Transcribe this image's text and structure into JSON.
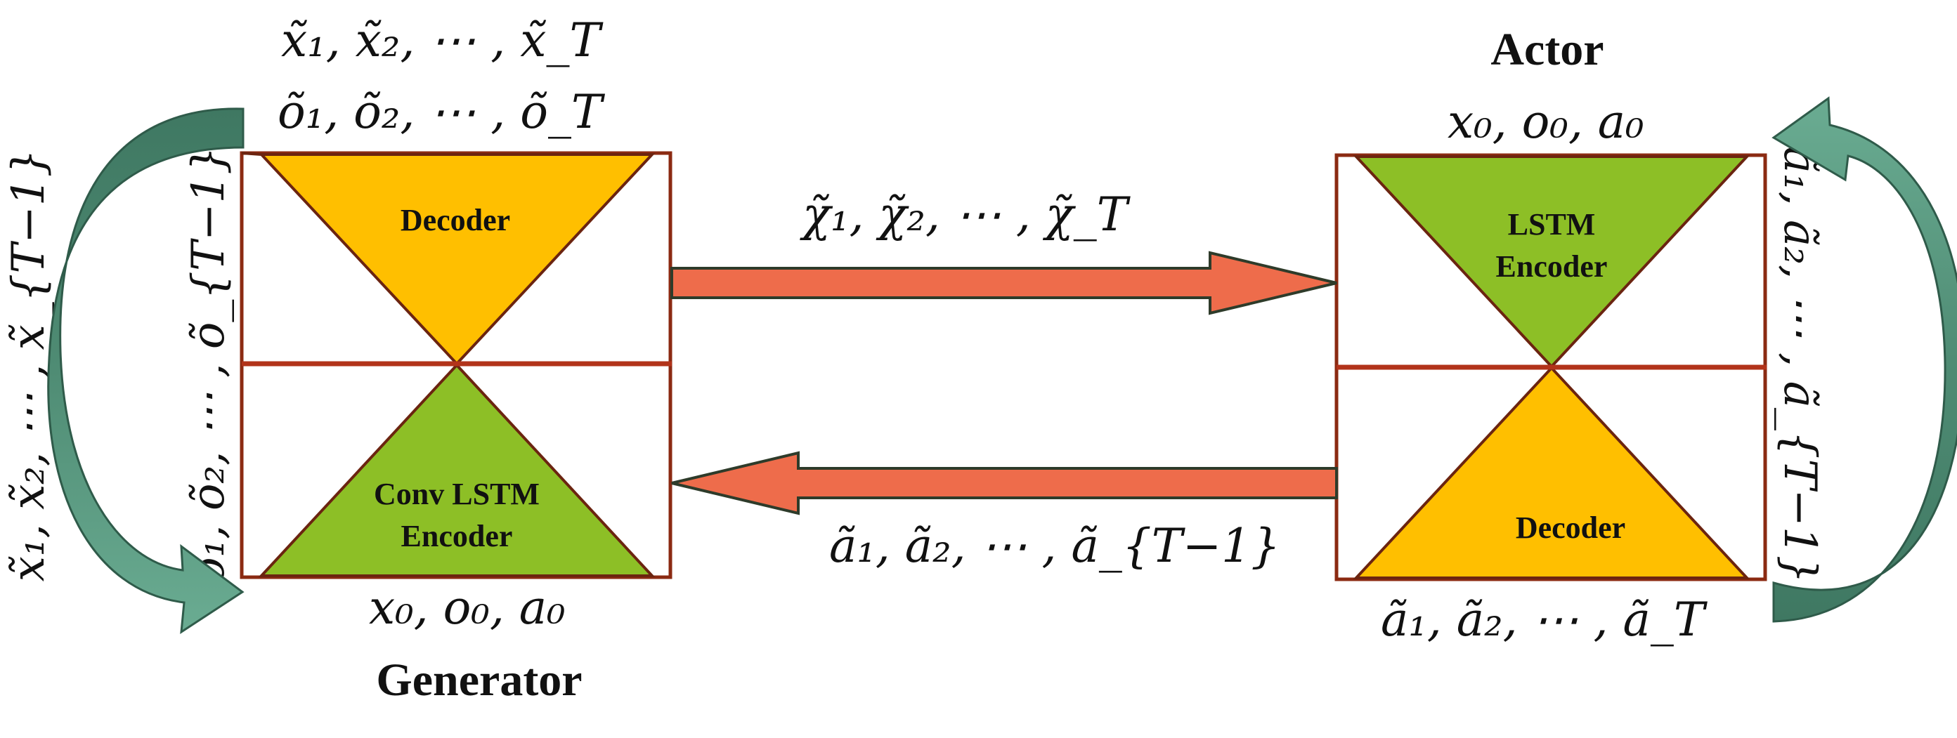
{
  "generator": {
    "title": "Generator",
    "top_label_x": "x̃₁, x̃₂, ⋯ , x̃_T",
    "top_label_o": "õ₁, õ₂, ⋯ , õ_T",
    "decoder_label": "Decoder",
    "encoder_label_line1": "Conv LSTM",
    "encoder_label_line2": "Encoder",
    "bottom_label": "x₀, o₀, a₀",
    "left_label_o": "õ₁, õ₂, ⋯ , õ_{T−1}",
    "left_label_x": "x̃₁, x̃₂, ⋯ , x̃_{T−1}"
  },
  "actor": {
    "title": "Actor",
    "top_label": "x₀, o₀, a₀",
    "encoder_label_line1": "LSTM",
    "encoder_label_line2": "Encoder",
    "decoder_label": "Decoder",
    "bottom_label": "ã₁, ã₂, ⋯ , ã_T",
    "right_label": "ã₁, ã₂, ⋯ , ã_{T−1}"
  },
  "arrows": {
    "forward_label": "χ̃₁, χ̃₂, ⋯ , χ̃_T",
    "backward_label": "ã₁, ã₂, ⋯ , ã_{T−1}"
  },
  "colors": {
    "decoder": "#ffbf00",
    "encoder": "#8dbf26",
    "arrow": "#ee6c4b",
    "curved_arrow_light": "#6aac92",
    "curved_arrow_dark": "#3f7862",
    "box_stroke": "#8b2a12"
  }
}
